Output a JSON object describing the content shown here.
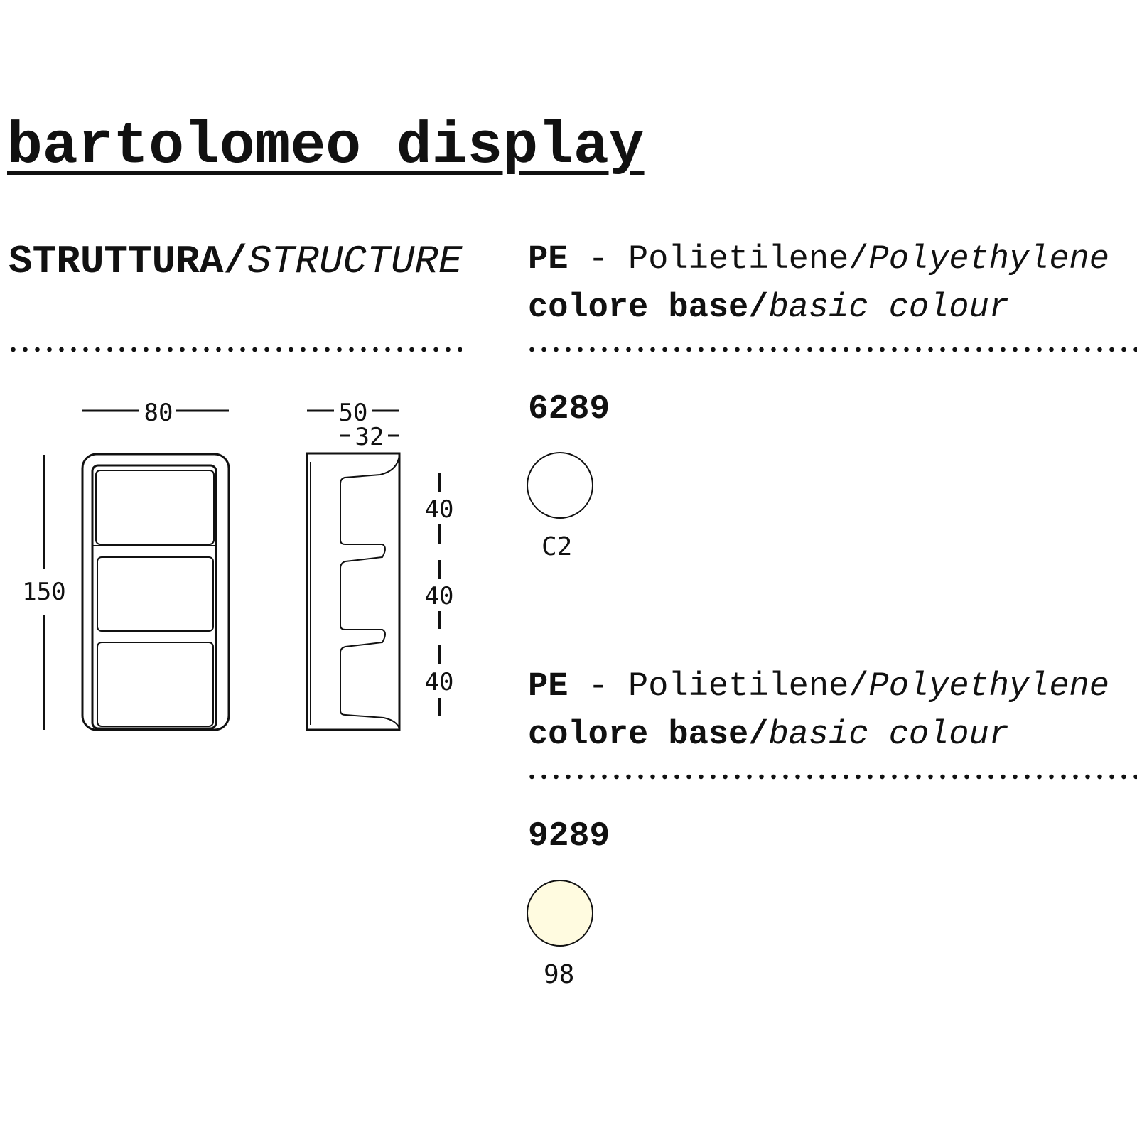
{
  "title": "bartolomeo display",
  "structure": {
    "label_it": "STRUTTURA/",
    "label_en": "STRUCTURE"
  },
  "dimensions": {
    "width": "80",
    "height": "150",
    "depth": "50",
    "inner_depth": "32",
    "shelf_1": "40",
    "shelf_2": "40",
    "shelf_3": "40"
  },
  "materials": [
    {
      "code_bold": "PE",
      "dash": " - ",
      "name_it": "Polietilene/",
      "name_en": "Polyethylene",
      "colour_it": "colore base/",
      "colour_en": "basic colour",
      "article": "6289",
      "swatch_label": "C2",
      "swatch_color": "#ffffff"
    },
    {
      "code_bold": "PE",
      "dash": " - ",
      "name_it": "Polietilene/",
      "name_en": "Polyethylene",
      "colour_it": "colore base/",
      "colour_en": "basic colour",
      "article": "9289",
      "swatch_label": "98",
      "swatch_color": "#fffbe0"
    }
  ]
}
